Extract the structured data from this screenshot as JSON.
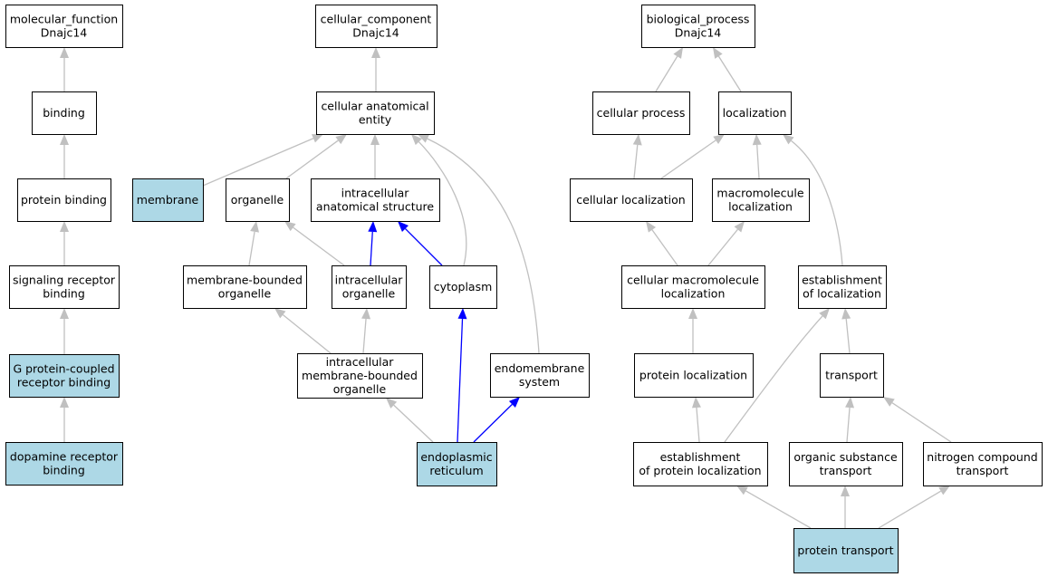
{
  "nodes": {
    "mf": {
      "lines": [
        "molecular_function",
        "Dnajc14"
      ],
      "highlight": false
    },
    "cc": {
      "lines": [
        "cellular_component",
        "Dnajc14"
      ],
      "highlight": false
    },
    "bp": {
      "lines": [
        "biological_process",
        "Dnajc14"
      ],
      "highlight": false
    },
    "binding": {
      "lines": [
        "binding"
      ],
      "highlight": false
    },
    "protein_binding": {
      "lines": [
        "protein binding"
      ],
      "highlight": false
    },
    "signaling_receptor_binding": {
      "lines": [
        "signaling receptor",
        "binding"
      ],
      "highlight": false
    },
    "gpcr_binding": {
      "lines": [
        "G protein-coupled",
        "receptor binding"
      ],
      "highlight": true
    },
    "dopamine_receptor_binding": {
      "lines": [
        "dopamine receptor",
        "binding"
      ],
      "highlight": true
    },
    "cellular_anatomical_entity": {
      "lines": [
        "cellular anatomical",
        "entity"
      ],
      "highlight": false
    },
    "membrane": {
      "lines": [
        "membrane"
      ],
      "highlight": true
    },
    "organelle": {
      "lines": [
        "organelle"
      ],
      "highlight": false
    },
    "intracellular_anatomical_structure": {
      "lines": [
        "intracellular",
        "anatomical structure"
      ],
      "highlight": false
    },
    "membrane_bounded_organelle": {
      "lines": [
        "membrane-bounded",
        "organelle"
      ],
      "highlight": false
    },
    "intracellular_organelle": {
      "lines": [
        "intracellular",
        "organelle"
      ],
      "highlight": false
    },
    "cytoplasm": {
      "lines": [
        "cytoplasm"
      ],
      "highlight": false
    },
    "intracellular_membrane_bounded_organelle": {
      "lines": [
        "intracellular",
        "membrane-bounded",
        "organelle"
      ],
      "highlight": false
    },
    "endomembrane_system": {
      "lines": [
        "endomembrane",
        "system"
      ],
      "highlight": false
    },
    "endoplasmic_reticulum": {
      "lines": [
        "endoplasmic",
        "reticulum"
      ],
      "highlight": true
    },
    "cellular_process": {
      "lines": [
        "cellular process"
      ],
      "highlight": false
    },
    "localization": {
      "lines": [
        "localization"
      ],
      "highlight": false
    },
    "cellular_localization": {
      "lines": [
        "cellular localization"
      ],
      "highlight": false
    },
    "macromolecule_localization": {
      "lines": [
        "macromolecule",
        "localization"
      ],
      "highlight": false
    },
    "cellular_macromolecule_localization": {
      "lines": [
        "cellular macromolecule",
        "localization"
      ],
      "highlight": false
    },
    "establishment_of_localization": {
      "lines": [
        "establishment",
        "of localization"
      ],
      "highlight": false
    },
    "protein_localization": {
      "lines": [
        "protein localization"
      ],
      "highlight": false
    },
    "transport": {
      "lines": [
        "transport"
      ],
      "highlight": false
    },
    "establishment_of_protein_localization": {
      "lines": [
        "establishment",
        "of protein localization"
      ],
      "highlight": false
    },
    "organic_substance_transport": {
      "lines": [
        "organic substance",
        "transport"
      ],
      "highlight": false
    },
    "nitrogen_compound_transport": {
      "lines": [
        "nitrogen compound",
        "transport"
      ],
      "highlight": false
    },
    "protein_transport": {
      "lines": [
        "protein transport"
      ],
      "highlight": true
    }
  },
  "edges": [
    {
      "from": "binding",
      "to": "mf",
      "color": "grey"
    },
    {
      "from": "protein_binding",
      "to": "binding",
      "color": "grey"
    },
    {
      "from": "signaling_receptor_binding",
      "to": "protein_binding",
      "color": "grey"
    },
    {
      "from": "gpcr_binding",
      "to": "signaling_receptor_binding",
      "color": "grey"
    },
    {
      "from": "dopamine_receptor_binding",
      "to": "gpcr_binding",
      "color": "grey"
    },
    {
      "from": "cellular_anatomical_entity",
      "to": "cc",
      "color": "grey"
    },
    {
      "from": "membrane",
      "to": "cellular_anatomical_entity",
      "color": "grey"
    },
    {
      "from": "organelle",
      "to": "cellular_anatomical_entity",
      "color": "grey"
    },
    {
      "from": "intracellular_anatomical_structure",
      "to": "cellular_anatomical_entity",
      "color": "grey"
    },
    {
      "from": "cytoplasm",
      "to": "cellular_anatomical_entity",
      "color": "grey"
    },
    {
      "from": "endomembrane_system",
      "to": "cellular_anatomical_entity",
      "color": "grey"
    },
    {
      "from": "membrane_bounded_organelle",
      "to": "organelle",
      "color": "grey"
    },
    {
      "from": "intracellular_organelle",
      "to": "organelle",
      "color": "grey"
    },
    {
      "from": "intracellular_organelle",
      "to": "intracellular_anatomical_structure",
      "color": "blue"
    },
    {
      "from": "cytoplasm",
      "to": "intracellular_anatomical_structure",
      "color": "blue"
    },
    {
      "from": "intracellular_membrane_bounded_organelle",
      "to": "membrane_bounded_organelle",
      "color": "grey"
    },
    {
      "from": "intracellular_membrane_bounded_organelle",
      "to": "intracellular_organelle",
      "color": "grey"
    },
    {
      "from": "endoplasmic_reticulum",
      "to": "intracellular_membrane_bounded_organelle",
      "color": "grey"
    },
    {
      "from": "endoplasmic_reticulum",
      "to": "cytoplasm",
      "color": "blue"
    },
    {
      "from": "endoplasmic_reticulum",
      "to": "endomembrane_system",
      "color": "blue"
    },
    {
      "from": "cellular_process",
      "to": "bp",
      "color": "grey"
    },
    {
      "from": "localization",
      "to": "bp",
      "color": "grey"
    },
    {
      "from": "cellular_localization",
      "to": "cellular_process",
      "color": "grey"
    },
    {
      "from": "cellular_localization",
      "to": "localization",
      "color": "grey"
    },
    {
      "from": "macromolecule_localization",
      "to": "localization",
      "color": "grey"
    },
    {
      "from": "establishment_of_localization",
      "to": "localization",
      "color": "grey"
    },
    {
      "from": "cellular_macromolecule_localization",
      "to": "cellular_localization",
      "color": "grey"
    },
    {
      "from": "cellular_macromolecule_localization",
      "to": "macromolecule_localization",
      "color": "grey"
    },
    {
      "from": "protein_localization",
      "to": "cellular_macromolecule_localization",
      "color": "grey"
    },
    {
      "from": "transport",
      "to": "establishment_of_localization",
      "color": "grey"
    },
    {
      "from": "establishment_of_protein_localization",
      "to": "protein_localization",
      "color": "grey"
    },
    {
      "from": "establishment_of_protein_localization",
      "to": "establishment_of_localization",
      "color": "grey"
    },
    {
      "from": "organic_substance_transport",
      "to": "transport",
      "color": "grey"
    },
    {
      "from": "nitrogen_compound_transport",
      "to": "transport",
      "color": "grey"
    },
    {
      "from": "protein_transport",
      "to": "establishment_of_protein_localization",
      "color": "grey"
    },
    {
      "from": "protein_transport",
      "to": "organic_substance_transport",
      "color": "grey"
    },
    {
      "from": "protein_transport",
      "to": "nitrogen_compound_transport",
      "color": "grey"
    }
  ],
  "colors": {
    "grey": "#c0c0c0",
    "blue": "#0000ff",
    "highlight": "#add8e6"
  }
}
